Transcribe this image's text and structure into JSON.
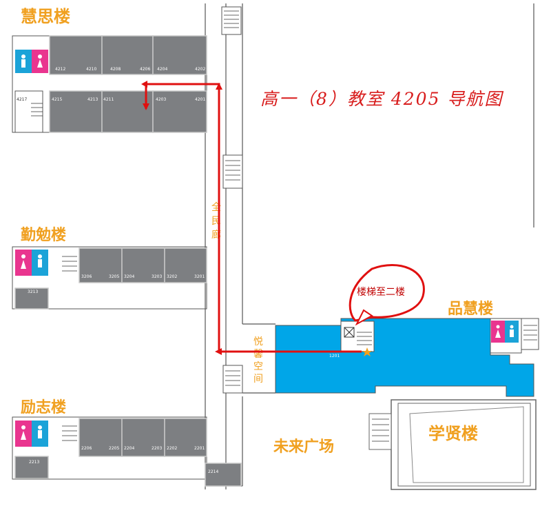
{
  "map": {
    "title": "高一（8）教室 4205 导航图",
    "callout": "楼梯至二楼",
    "buildings": {
      "huisi": "慧思楼",
      "qinmian": "勤勉楼",
      "lizhi": "励志楼",
      "pinhui": "品慧楼",
      "xuexian": "学贤楼"
    },
    "plaza": "未来广场",
    "corridor_vertical": [
      "全",
      "民",
      "廊"
    ],
    "corridor_yuexin": [
      "悦",
      "馨",
      "空",
      "间"
    ],
    "rooms": {
      "huisi_top": [
        "4212",
        "4210",
        "4208",
        "4206",
        "4204",
        "4202"
      ],
      "huisi_bottom": [
        "4217",
        "4215",
        "4213",
        "4211",
        "4203",
        "4201"
      ],
      "qinmian": [
        "3206",
        "3205",
        "3204",
        "3203",
        "3202",
        "3201"
      ],
      "qinmian_extra": "3213",
      "lizhi": [
        "2206",
        "2205",
        "2204",
        "2203",
        "2202",
        "2201"
      ],
      "lizhi_extra1": "2213",
      "lizhi_extra2": "2214",
      "pinhui": "1201"
    },
    "colors": {
      "route": "#e01010",
      "pinhui_fill": "#00a6e8",
      "room_fill": "#7d7f82",
      "label": "#f0a020",
      "toilet_female": "#e9358f",
      "toilet_male": "#1ba3d8"
    }
  }
}
